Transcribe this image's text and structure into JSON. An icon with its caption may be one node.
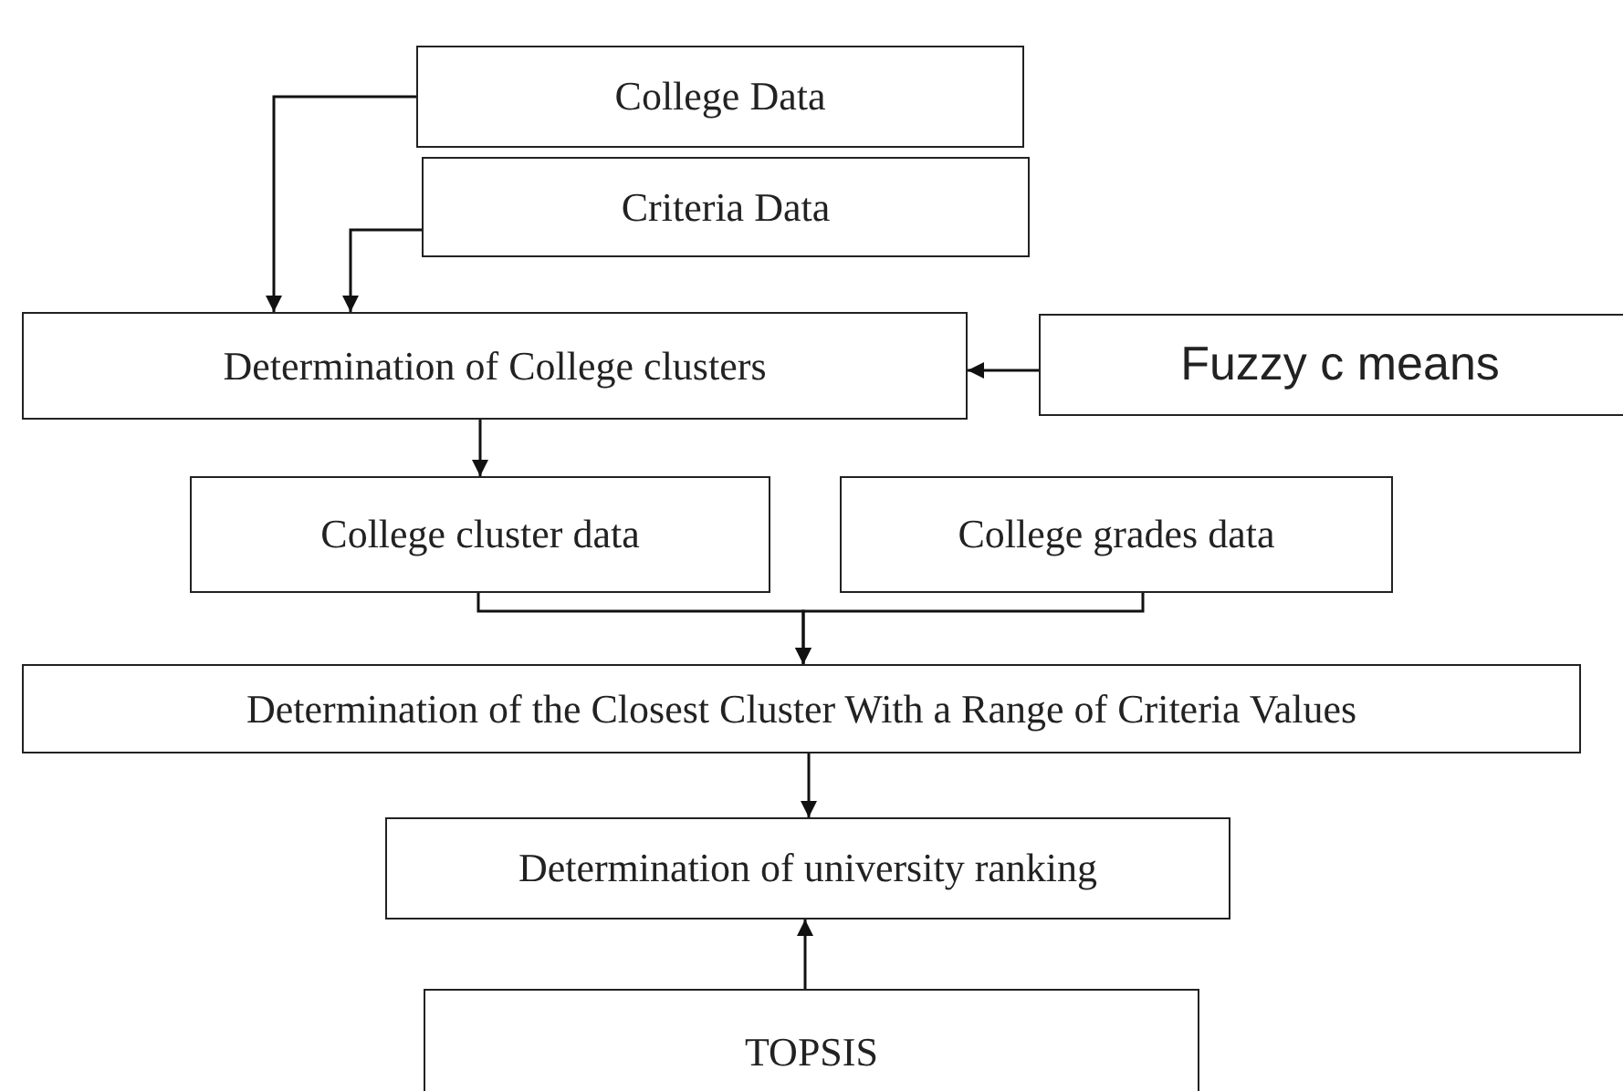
{
  "diagram": {
    "nodes": [
      {
        "text": [
          "College Data"
        ]
      },
      {
        "text": [
          "Criteria Data"
        ]
      },
      {
        "text": [
          "Determination of College clusters"
        ]
      },
      {
        "text": [
          "Fuzzy c means"
        ]
      },
      {
        "text": [
          "College cluster data"
        ]
      },
      {
        "text": [
          "College grades data"
        ]
      },
      {
        "text": [
          "Determination of the Closest Cluster With a Range of Criteria Values"
        ]
      },
      {
        "text": [
          "Determination of university ranking"
        ]
      },
      {
        "text": [
          "TOPSIS"
        ]
      }
    ],
    "edges": [
      {
        "from": 0,
        "to": 2,
        "arrow": "to"
      },
      {
        "from": 1,
        "to": 2,
        "arrow": "to"
      },
      {
        "from": 3,
        "to": 2,
        "arrow": "to"
      },
      {
        "from": 2,
        "to": 4,
        "arrow": "to"
      },
      {
        "from": 4,
        "to": 6,
        "arrow": "to"
      },
      {
        "from": 5,
        "to": 6,
        "arrow": "to"
      },
      {
        "from": 6,
        "to": 7,
        "arrow": "to"
      },
      {
        "from": 8,
        "to": 7,
        "arrow": "to"
      }
    ]
  }
}
